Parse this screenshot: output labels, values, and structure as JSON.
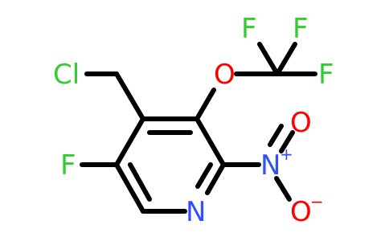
{
  "colors": {
    "bond": "#000000",
    "Cl": "#33cc33",
    "F": "#33cc33",
    "O": "#ff0000",
    "N": "#3050f8"
  },
  "atoms": {
    "cl": "Cl",
    "f_ring": "F",
    "o_ether": "O",
    "f_cf3_a": "F",
    "f_cf3_b": "F",
    "f_cf3_c": "F",
    "n_ring": "N",
    "n_nitro": "N",
    "n_nitro_charge": "+",
    "o_nitro_top": "O",
    "o_nitro_bottom": "O",
    "o_nitro_bottom_charge": "−"
  }
}
